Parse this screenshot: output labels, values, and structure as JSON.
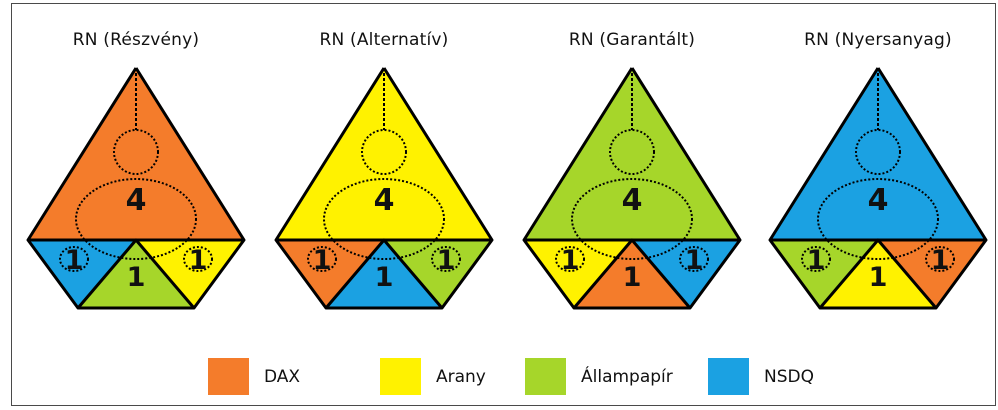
{
  "panels": [
    {
      "title": "RN (Részvény)",
      "top_label": "4",
      "left_label": "1",
      "center_label": "1",
      "right_label": "1"
    },
    {
      "title": "RN (Alternatív)",
      "top_label": "4",
      "left_label": "1",
      "center_label": "1",
      "right_label": "1"
    },
    {
      "title": "RN (Garantált)",
      "top_label": "4",
      "left_label": "1",
      "center_label": "1",
      "right_label": "1"
    },
    {
      "title": "RN (Nyersanyag)",
      "top_label": "4",
      "left_label": "1",
      "center_label": "1",
      "right_label": "1"
    }
  ],
  "legend": [
    {
      "label": "DAX",
      "color": "#f47c2b"
    },
    {
      "label": "Arany",
      "color": "#fff200"
    },
    {
      "label": "Állampapír",
      "color": "#a6d62a"
    },
    {
      "label": "NSDQ",
      "color": "#1ba1e2"
    }
  ],
  "panel_colors": [
    {
      "top": "#f47c2b",
      "left": "#1ba1e2",
      "center": "#a6d62a",
      "right": "#fff200"
    },
    {
      "top": "#fff200",
      "left": "#f47c2b",
      "center": "#1ba1e2",
      "right": "#a6d62a"
    },
    {
      "top": "#a6d62a",
      "left": "#fff200",
      "center": "#f47c2b",
      "right": "#1ba1e2"
    },
    {
      "top": "#1ba1e2",
      "left": "#a6d62a",
      "center": "#fff200",
      "right": "#f47c2b"
    }
  ]
}
